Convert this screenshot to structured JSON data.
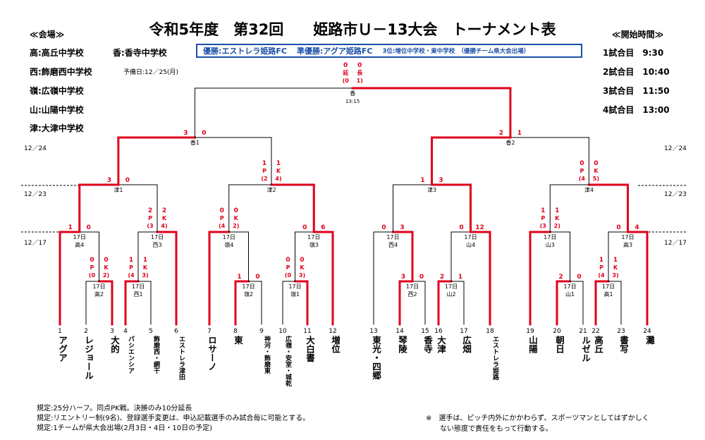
{
  "title": "令和5年度　第32回　　姫路市Ｕ－13大会　トーナメント表",
  "venues_header": "≪会場≫",
  "venues": [
    "高:高丘中学校",
    "香:香寺中学校",
    "西:飾磨西中学校",
    "嶺:広嶺中学校",
    "山:山陽中学校",
    "津:大津中学校"
  ],
  "reserve_day": "予備日:12／25(月)",
  "winners": {
    "first": "優勝:エストレラ姫路FC",
    "second": "準優勝:アグア姫路FC",
    "third": "3位:増位中学校・東中学校　（優勝チーム県大会出場）"
  },
  "times_header": "≪開始時間≫",
  "times": [
    "1試合目　9:30",
    "2試合目　10:40",
    "3試合目　11:50",
    "4試合目　13:00"
  ],
  "round_dates": {
    "left": [
      "12／24",
      "12／23",
      "12／17"
    ],
    "right": [
      "12／24",
      "12／23",
      "12／17"
    ]
  },
  "rules": [
    "規定:25分ハーフ。同点PK戦。決勝のみ10分延長",
    "規定:リエントリー制(9名)、登録選手変更は、申込記載選手のみ試合毎に可能とする。",
    "規定:1チームが県大会出場(2月3日・4日・10日の予定)"
  ],
  "note": "※　選手は、ピッチ内外にかかわらず、スポーツマンとしてはずかしく\n　　ない態度で責任をもって行動する。",
  "chart_data": {
    "type": "bracket",
    "teams": [
      {
        "no": "1",
        "name": "アグア"
      },
      {
        "no": "2",
        "name": "レジョール"
      },
      {
        "no": "3",
        "name": "大的"
      },
      {
        "no": "4",
        "name": "パシエンシア"
      },
      {
        "no": "5",
        "name": "飾磨西・網干"
      },
      {
        "no": "6",
        "name": "エストレラ津田"
      },
      {
        "no": "7",
        "name": "ロサーノ"
      },
      {
        "no": "8",
        "name": "東"
      },
      {
        "no": "9",
        "name": "神河・飾磨東"
      },
      {
        "no": "10",
        "name": "広嶺・安室・城乾"
      },
      {
        "no": "11",
        "name": "大白書"
      },
      {
        "no": "12",
        "name": "増位"
      },
      {
        "no": "13",
        "name": "東光・四郷"
      },
      {
        "no": "14",
        "name": "琴陵"
      },
      {
        "no": "15",
        "name": "香寺"
      },
      {
        "no": "16",
        "name": "大津"
      },
      {
        "no": "17",
        "name": "広畑"
      },
      {
        "no": "18",
        "name": "エストレラ姫路"
      },
      {
        "no": "19",
        "name": "山陽"
      },
      {
        "no": "20",
        "name": "朝日"
      },
      {
        "no": "21",
        "name": "ルゼル"
      },
      {
        "no": "22",
        "name": "高丘"
      },
      {
        "no": "23",
        "name": "書写"
      },
      {
        "no": "24",
        "name": "灘"
      }
    ],
    "matches": [
      {
        "id": "a1",
        "venue": "高2",
        "date": "17日",
        "score": [
          "0",
          "0"
        ],
        "pk": [
          "0",
          "2"
        ]
      },
      {
        "id": "a2",
        "venue": "西1",
        "date": "17日",
        "score": [
          "1",
          "1"
        ],
        "pk": [
          "4",
          "3"
        ]
      },
      {
        "id": "a3",
        "venue": "嶺2",
        "date": "17日",
        "score": [
          "1",
          "0"
        ]
      },
      {
        "id": "a4",
        "venue": "嶺1",
        "date": "17日",
        "score": [
          "0",
          "0"
        ],
        "pk": [
          "0",
          "3"
        ]
      },
      {
        "id": "a5",
        "venue": "西2",
        "date": "17日",
        "score": [
          "3",
          "0"
        ]
      },
      {
        "id": "a6",
        "venue": "山2",
        "date": "17日",
        "score": [
          "2",
          "1"
        ]
      },
      {
        "id": "a7",
        "venue": "山1",
        "date": "17日",
        "score": [
          "2",
          "0"
        ]
      },
      {
        "id": "a8",
        "venue": "高1",
        "date": "17日",
        "score": [
          "1",
          "1"
        ],
        "pk": [
          "4",
          "3"
        ]
      },
      {
        "id": "b1",
        "venue": "高4",
        "date": "17日",
        "score": [
          "1",
          "0"
        ]
      },
      {
        "id": "b2",
        "venue": "西3",
        "date": "17日",
        "score": [
          "2",
          "2"
        ],
        "pk": [
          "3",
          "4"
        ]
      },
      {
        "id": "b3",
        "venue": "嶺4",
        "date": "17日",
        "score": [
          "0",
          "0"
        ],
        "pk": [
          "4",
          "2"
        ]
      },
      {
        "id": "b4",
        "venue": "嶺3",
        "date": "17日",
        "score": [
          "0",
          "6"
        ]
      },
      {
        "id": "b5",
        "venue": "西4",
        "date": "17日",
        "score": [
          "0",
          "3"
        ]
      },
      {
        "id": "b6",
        "venue": "山4",
        "date": "17日",
        "score": [
          "0",
          "12"
        ]
      },
      {
        "id": "b7",
        "venue": "山3",
        "date": "17日",
        "score": [
          "1",
          "1"
        ],
        "pk": [
          "3",
          "2"
        ]
      },
      {
        "id": "b8",
        "venue": "高3",
        "date": "17日",
        "score": [
          "0",
          "4"
        ]
      },
      {
        "id": "c1",
        "venue": "津1",
        "score": [
          "3",
          "0"
        ]
      },
      {
        "id": "c2",
        "venue": "津2",
        "score": [
          "1",
          "1"
        ],
        "pk": [
          "2",
          "4"
        ]
      },
      {
        "id": "c3",
        "venue": "津3",
        "score": [
          "1",
          "3"
        ]
      },
      {
        "id": "c4",
        "venue": "津4",
        "score": [
          "0",
          "0"
        ],
        "pk": [
          "4",
          "5"
        ]
      },
      {
        "id": "sf1",
        "venue": "香1",
        "score": [
          "3",
          "0"
        ]
      },
      {
        "id": "sf2",
        "venue": "香2",
        "score": [
          "2",
          "1"
        ]
      },
      {
        "id": "final",
        "venue": "香",
        "time": "13:15",
        "score": [
          "0",
          "0"
        ],
        "et": [
          "0",
          "1"
        ],
        "et_label": [
          "延",
          "長"
        ]
      }
    ]
  }
}
